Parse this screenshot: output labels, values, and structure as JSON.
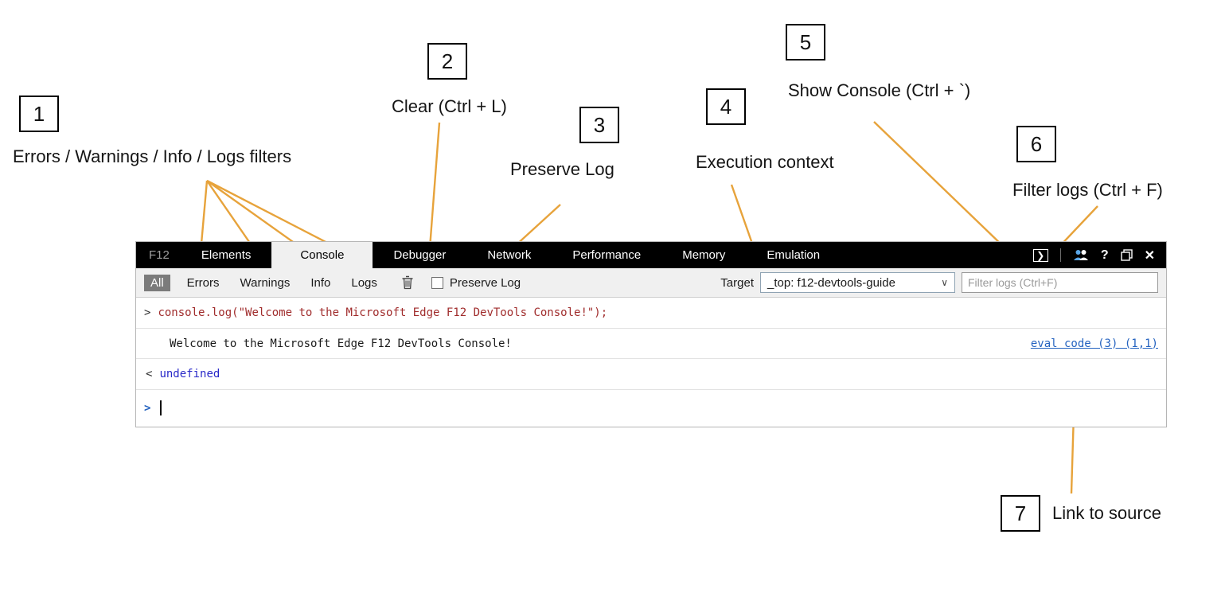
{
  "colors": {
    "callout": "#E7A33B",
    "command-red": "#A02C2C",
    "link-blue": "#2563C0",
    "result-blue": "#2929C8",
    "tabbar-bg": "#000000",
    "filterbar-bg": "#F0F0F0",
    "all-btn-bg": "#7B7B7B"
  },
  "callouts": [
    {
      "number": "1",
      "label": "Errors / Warnings / Info / Logs filters"
    },
    {
      "number": "2",
      "label": "Clear (Ctrl + L)"
    },
    {
      "number": "3",
      "label": "Preserve Log"
    },
    {
      "number": "4",
      "label": "Execution context"
    },
    {
      "number": "5",
      "label": "Show Console (Ctrl + `)"
    },
    {
      "number": "6",
      "label": "Filter logs (Ctrl + F)"
    },
    {
      "number": "7",
      "label": "Link to source"
    }
  ],
  "devtools": {
    "window_label": "F12",
    "tabs": [
      {
        "label": "Elements"
      },
      {
        "label": "Console"
      },
      {
        "label": "Debugger"
      },
      {
        "label": "Network"
      },
      {
        "label": "Performance"
      },
      {
        "label": "Memory"
      },
      {
        "label": "Emulation"
      }
    ],
    "titlebar_icons": {
      "help": "?",
      "close": "✕",
      "show_console_glyph": "❯"
    },
    "filter_bar": {
      "all": "All",
      "filters": [
        {
          "label": "Errors"
        },
        {
          "label": "Warnings"
        },
        {
          "label": "Info"
        },
        {
          "label": "Logs"
        }
      ],
      "preserve_log": "Preserve Log",
      "target_label": "Target",
      "target_value": "_top: f12-devtools-guide",
      "target_chevron": "∨",
      "filter_placeholder": "Filter logs (Ctrl+F)"
    },
    "console": {
      "echo_prompt": ">",
      "command": "console.log(\"Welcome to the Microsoft Edge F12 DevTools Console!\");",
      "output": "Welcome to the Microsoft Edge F12 DevTools Console!",
      "source_link": "eval code (3) (1,1)",
      "result_prompt": "<",
      "result": "undefined",
      "input_prompt": ">"
    }
  }
}
